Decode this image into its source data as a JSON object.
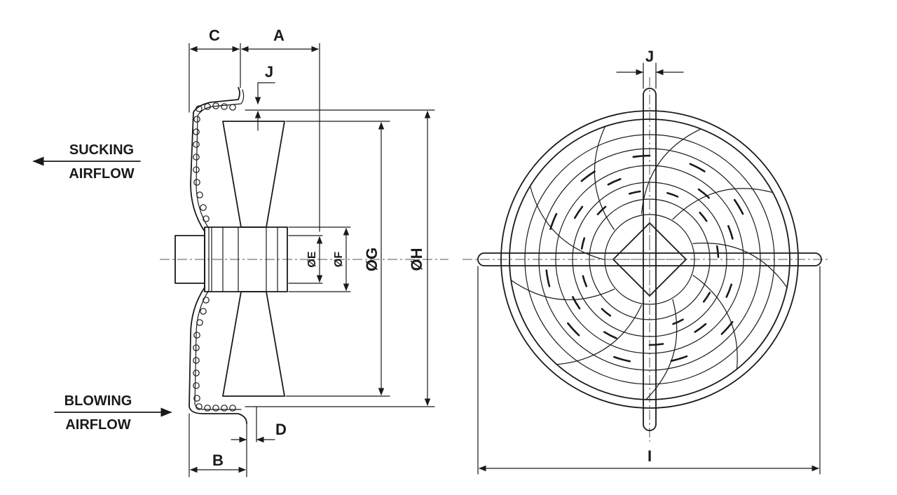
{
  "labels": {
    "A": "A",
    "B": "B",
    "C": "C",
    "D": "D",
    "E": "ØE",
    "F": "ØF",
    "G": "ØG",
    "H": "ØH",
    "I": "I",
    "J": "J"
  },
  "airflow": {
    "sucking_line1": "SUCKING",
    "sucking_line2": "AIRFLOW",
    "blowing_line1": "BLOWING",
    "blowing_line2": "AIRFLOW"
  },
  "colors": {
    "ink": "#1a1a1a",
    "background": "#ffffff"
  }
}
